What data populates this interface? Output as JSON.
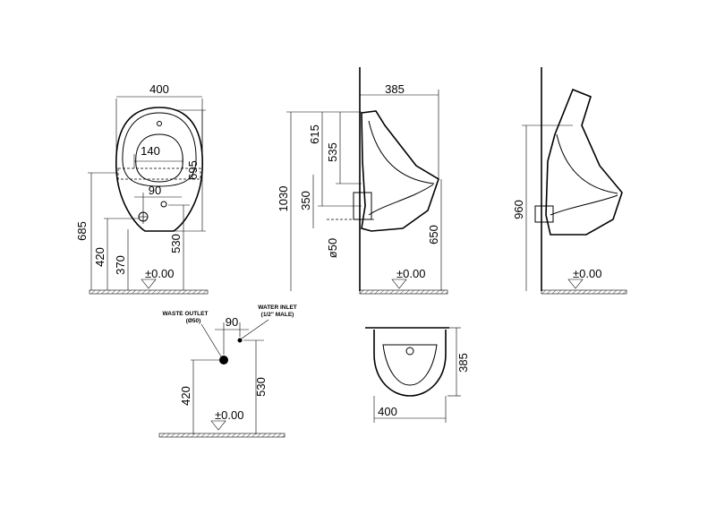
{
  "front_view": {
    "width": "400",
    "inner_width": "140",
    "inlet_offset": "90",
    "height_695": "695",
    "height_685": "685",
    "height_420": "420",
    "height_370": "370",
    "height_530": "530",
    "floor": "±0.00"
  },
  "side_view": {
    "depth": "385",
    "height_1030": "1030",
    "height_615": "615",
    "height_535": "535",
    "height_350": "350",
    "diameter": "ø50",
    "height_650": "650",
    "floor": "±0.00"
  },
  "side_view_2": {
    "height_960": "960",
    "floor": "±0.00"
  },
  "connections": {
    "waste_outlet": "WASTE OUTLET",
    "waste_diameter": "(Ø50)",
    "water_inlet": "WATER INLET",
    "water_inlet_size": "(1/2\" MALE)",
    "offset": "90",
    "height_420": "420",
    "height_530": "530",
    "floor": "±0.00"
  },
  "plan_view": {
    "depth": "385",
    "width": "400"
  }
}
